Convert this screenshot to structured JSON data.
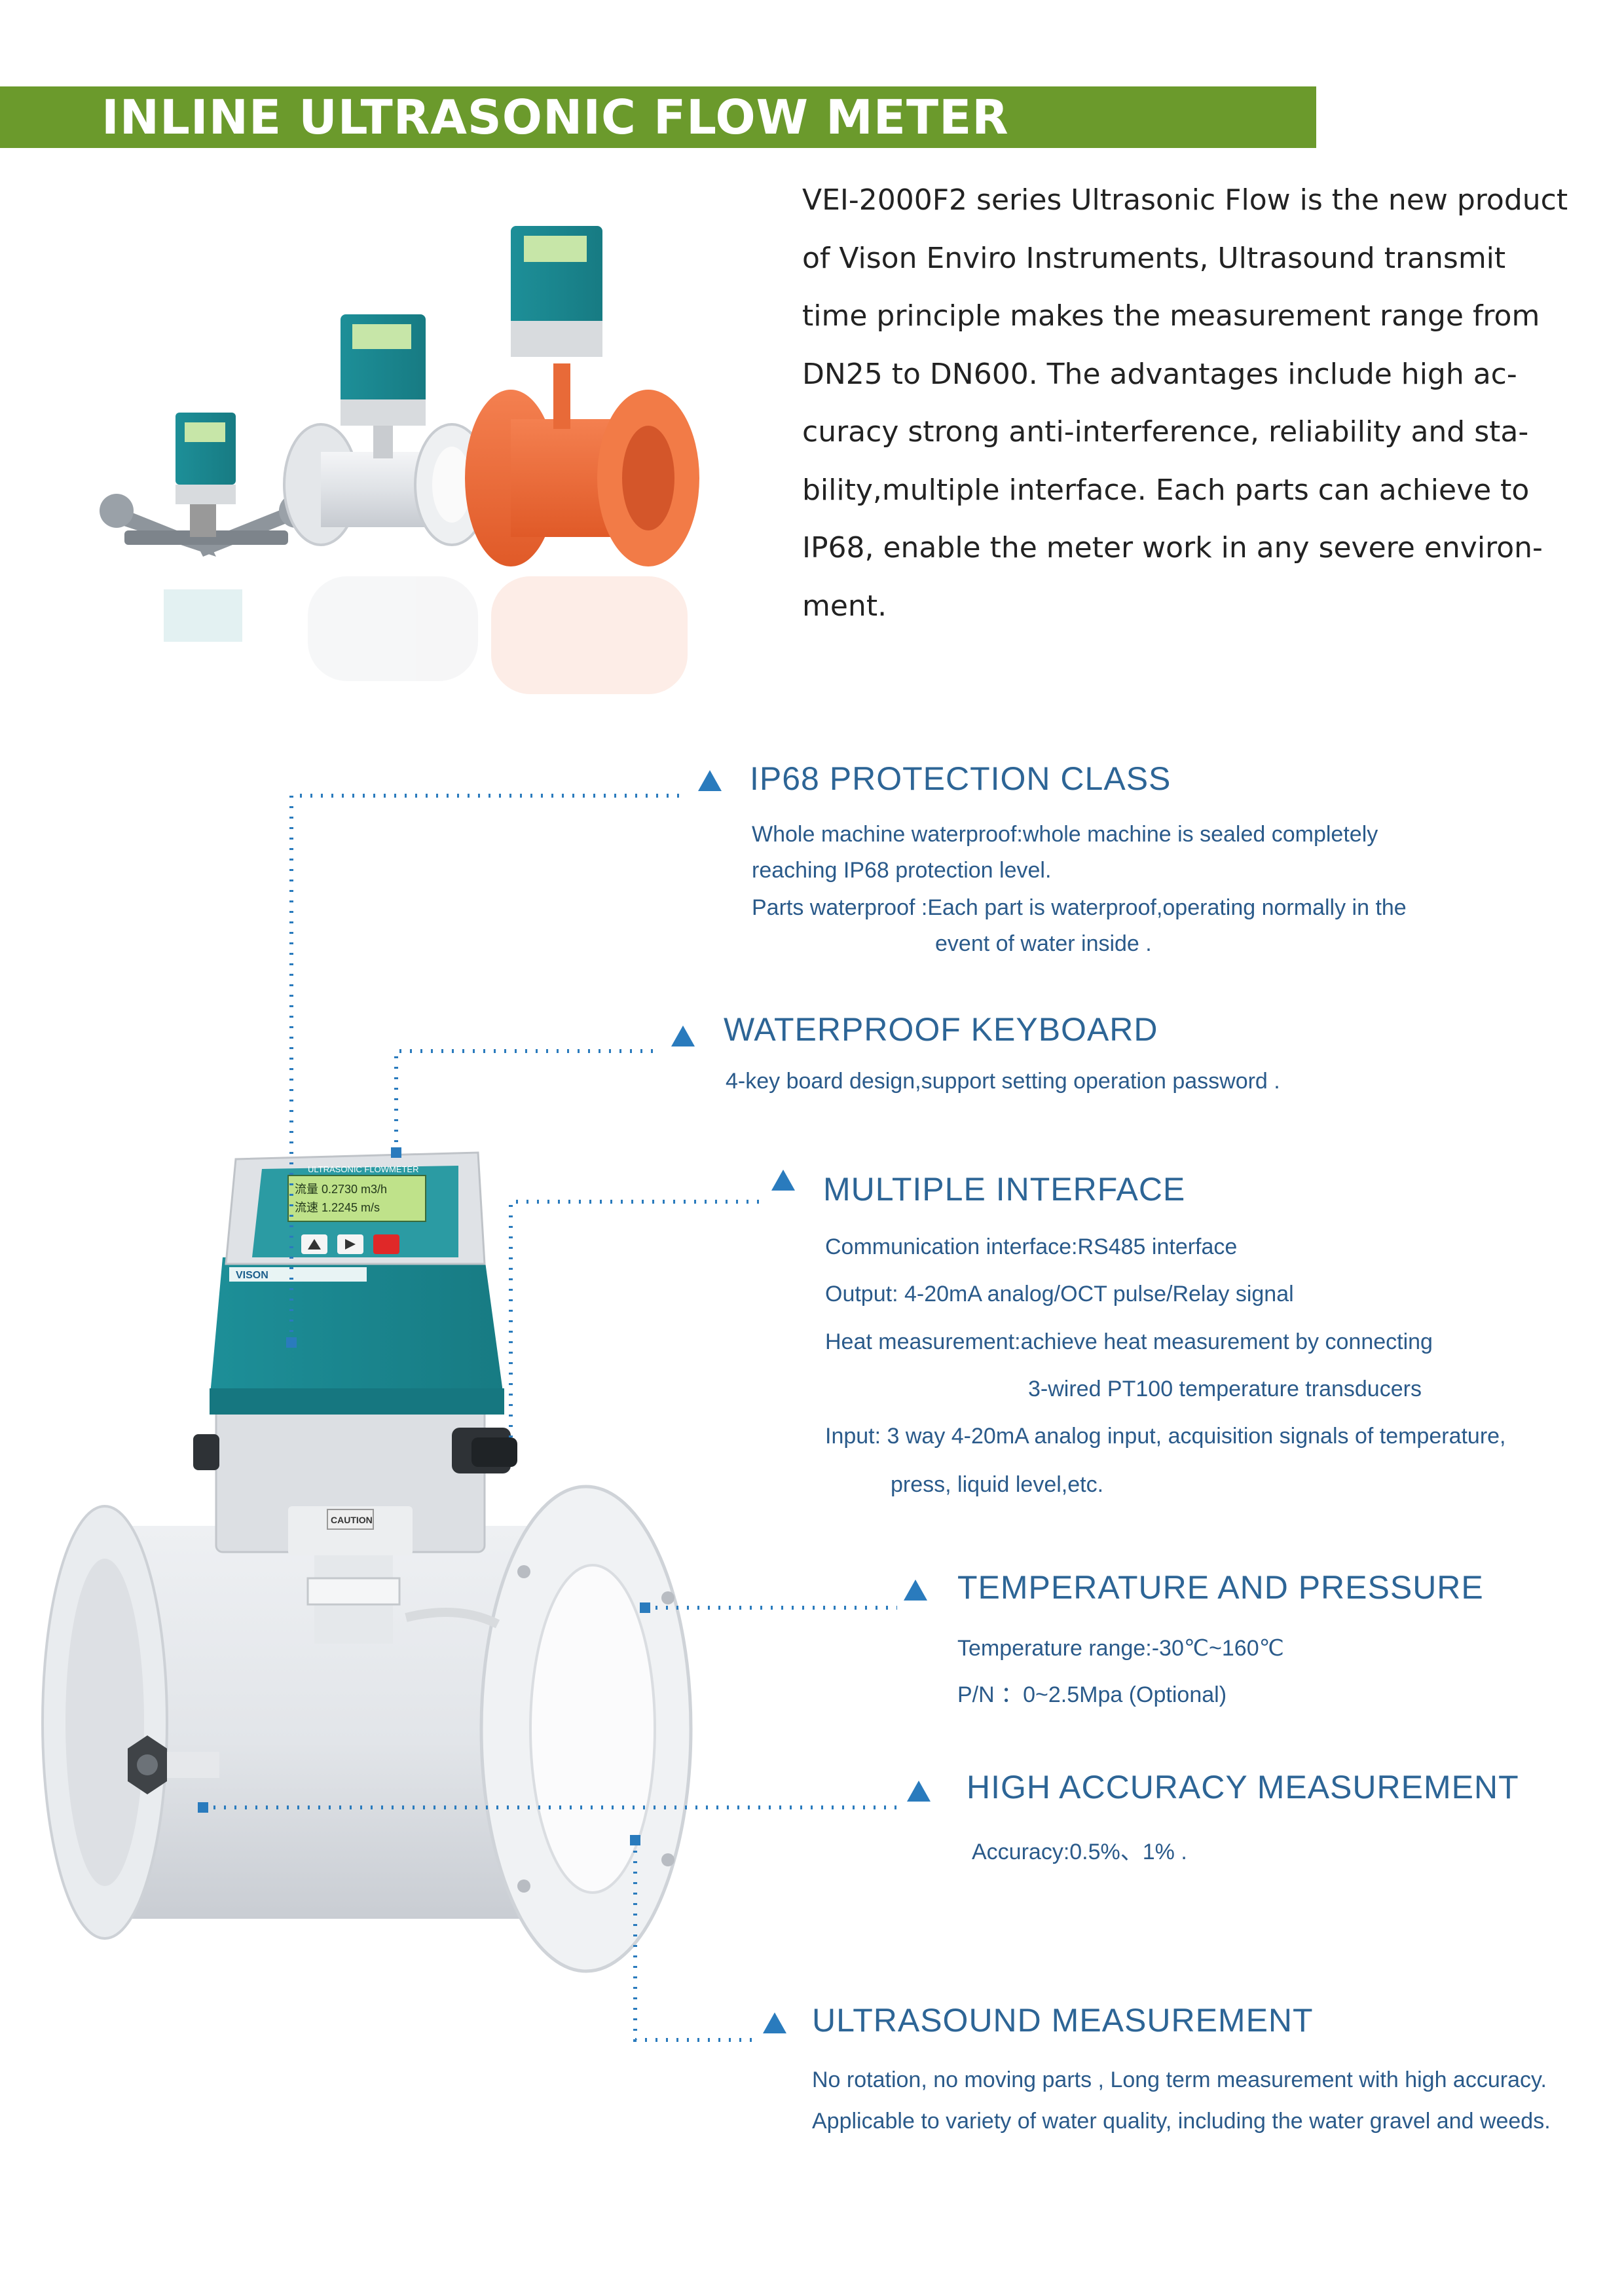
{
  "header": {
    "title": "INLINE ULTRASONIC FLOW METER",
    "color": "#6b9a2c"
  },
  "intro": {
    "lines": [
      "VEI-2000F2 series Ultrasonic Flow is the new product",
      "of Vison Enviro Instruments, Ultrasound transmit",
      "time principle makes the measurement range from",
      "DN25 to DN600. The advantages include high ac-",
      "curacy strong anti-interference, reliability and sta-",
      "bility,multiple interface. Each parts can achieve to",
      "IP68, enable the meter work in any severe environ-",
      "ment."
    ]
  },
  "meter_display": {
    "title": "ULTRASONIC FLOWMETER",
    "line1": "流量  0.2730 m3/h",
    "line2": "流速  1.2245 m/s",
    "brand": "VISON",
    "caution": "CAUTION"
  },
  "features": {
    "ip68": {
      "title": "IP68 PROTECTION CLASS",
      "lines": [
        "Whole machine waterproof:whole machine is sealed completely",
        "reaching IP68 protection level.",
        "Parts waterproof :Each part is waterproof,operating normally in the",
        "event of water inside ."
      ]
    },
    "keyboard": {
      "title": "WATERPROOF KEYBOARD",
      "lines": [
        "4-key board design,support setting operation password ."
      ]
    },
    "interface": {
      "title": "MULTIPLE INTERFACE",
      "lines": [
        "Communication interface:RS485 interface",
        "Output: 4-20mA analog/OCT pulse/Relay signal",
        "Heat measurement:achieve heat measurement by connecting",
        "3-wired PT100 temperature transducers",
        "Input: 3 way 4-20mA analog input, acquisition signals of temperature,",
        "press, liquid level,etc."
      ]
    },
    "temperature": {
      "title": "TEMPERATURE AND PRESSURE",
      "lines": [
        "Temperature range:-30℃~160℃",
        "P/N ：0~2.5Mpa (Optional)"
      ]
    },
    "accuracy": {
      "title": "HIGH ACCURACY MEASUREMENT",
      "lines": [
        "Accuracy:0.5%、1% ."
      ]
    },
    "ultrasound": {
      "title": "ULTRASOUND MEASUREMENT",
      "lines": [
        "No rotation, no moving parts , Long term measurement with high accuracy.",
        "Applicable to variety of water quality, including the water gravel and weeds."
      ]
    }
  },
  "colors": {
    "accent_blue": "#2a7bbd",
    "title_blue": "#2d6596",
    "meter_teal": "#1b8e95",
    "flange_orange": "#ee6a3a"
  }
}
